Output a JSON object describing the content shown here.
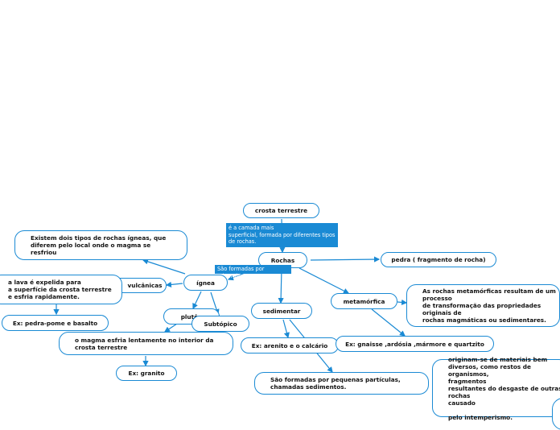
{
  "nodes": {
    "crosta": "crosta terrestre",
    "rochas": "Rochas",
    "pedra": "pedra ( fragmento de rocha)",
    "ignea": "ígnea",
    "sedimentar": "sedimentar",
    "metamorfica": "metamórfica",
    "tipos_igneas": "Existem dois tipos de rochas ígneas, que\ndiferem pelo local onde o magma se\nresfriou",
    "vulcanicas": "vulcânicas",
    "lava": "a lava é expelida para\na superfície da crosta terrestre\ne esfria rapidamente.",
    "ex_pedra_pome": "Ex: pedra-pome e basalto",
    "plutonicas": "plutôn",
    "subtopico": "Subtópico",
    "magma": "o magma esfria lentamente no interior da\ncrosta terrestre",
    "ex_granito": "Ex: granito",
    "ex_arenito": "Ex: arenito e o calcário",
    "sedimentos": "São formadas por pequenas partículas,\nchamadas sedimentos.",
    "met_desc": "As rochas metamórficas resultam de um\nprocesso\nde transformação das propriedades\noriginais de\nrochas magmáticas ou sedimentares.",
    "ex_gnaisse": "Ex: gnaisse ,ardósia ,mármore e quartzito",
    "origem": "originam-se de materiais bem\ndiversos, como restos de organismos,\nfragmentos\nresultantes do desgaste de outras rochas\ncausado\n\npelo intemperismo."
  },
  "notes": {
    "camada": "é a camada mais\nsuperficial, formada por diferentes tipos\nde rochas.",
    "minerais": "São formadas por minerais"
  },
  "colors": {
    "line": "#1a8ad4",
    "note_bg": "#1a8ad4"
  }
}
